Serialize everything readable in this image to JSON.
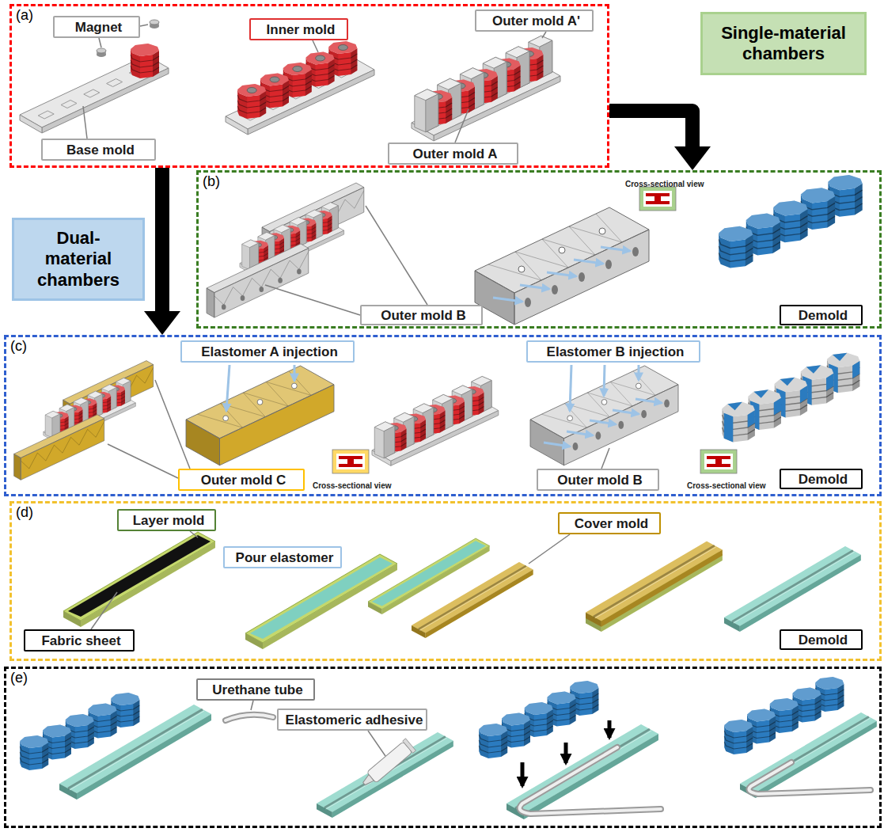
{
  "diagram": {
    "nodes": [
      {
        "text": [
          "(a)"
        ]
      },
      {
        "text": [
          "Magnet"
        ],
        "in": 0
      },
      {
        "text": [
          "Inner mold"
        ],
        "in": 0
      },
      {
        "text": [
          "Outer mold A'"
        ],
        "in": 0
      },
      {
        "text": [
          "Base mold"
        ],
        "in": 0
      },
      {
        "text": [
          "Outer mold A"
        ],
        "in": 0
      },
      {
        "text": [
          "Single-material chambers"
        ]
      },
      {
        "text": [
          "Dual-material chambers"
        ]
      },
      {
        "text": [
          "(b)"
        ]
      },
      {
        "text": [
          "Outer mold B"
        ],
        "in": 8
      },
      {
        "text": [
          "Demold"
        ],
        "in": 8
      },
      {
        "text": [
          "(c)"
        ]
      },
      {
        "text": [
          "Elastomer A injection"
        ],
        "in": 11
      },
      {
        "text": [
          "Elastomer B injection"
        ],
        "in": 11
      },
      {
        "text": [
          "Outer mold C"
        ],
        "in": 11
      },
      {
        "text": [
          "Outer mold B"
        ],
        "in": 11
      },
      {
        "text": [
          "Demold"
        ],
        "in": 11
      },
      {
        "text": [
          "(d)"
        ]
      },
      {
        "text": [
          "Layer mold"
        ],
        "in": 17
      },
      {
        "text": [
          "Pour elastomer"
        ],
        "in": 17
      },
      {
        "text": [
          "Cover mold"
        ],
        "in": 17
      },
      {
        "text": [
          "Fabric sheet"
        ],
        "in": 17
      },
      {
        "text": [
          "Demold"
        ],
        "in": 17
      },
      {
        "text": [
          "(e)"
        ]
      },
      {
        "text": [
          "Urethane tube"
        ],
        "in": 23
      },
      {
        "text": [
          "Elastomeric adhesive"
        ],
        "in": 23
      }
    ],
    "edges": [
      {
        "from": 0,
        "to": 8,
        "arrow": "to"
      },
      {
        "from": 0,
        "to": 11,
        "arrow": "to"
      }
    ],
    "labels": [
      "Cross-sectional view",
      "Cross-sectional view",
      "Cross-sectional view"
    ]
  }
}
